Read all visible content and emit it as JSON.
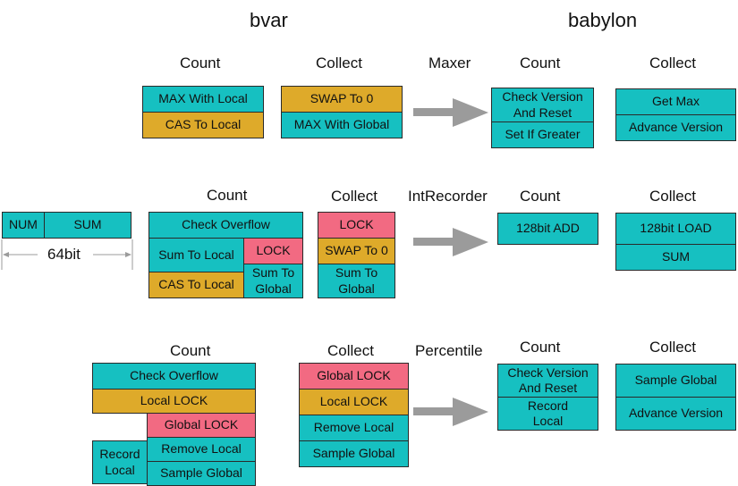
{
  "headers": {
    "bvar": "bvar",
    "babylon": "babylon"
  },
  "colors": {
    "teal": "#16c0c1",
    "gold": "#deaa2a",
    "red": "#f26a82",
    "arrow": "#9b9b9b"
  },
  "row1": {
    "count_label": "Count",
    "collect_label": "Collect",
    "arrow_label": "Maxer",
    "b_count_label": "Count",
    "b_collect_label": "Collect",
    "count": [
      "MAX With Local",
      "CAS To Local"
    ],
    "collect": [
      "SWAP To 0",
      "MAX With Global"
    ],
    "b_count": [
      "Check Version\nAnd Reset",
      "Set If Greater"
    ],
    "b_collect": [
      "Get Max",
      "Advance Version"
    ]
  },
  "layout_box": {
    "num": "NUM",
    "sum": "SUM",
    "width": "64bit"
  },
  "row2": {
    "count_label": "Count",
    "collect_label": "Collect",
    "arrow_label": "IntRecorder",
    "b_count_label": "Count",
    "b_collect_label": "Collect",
    "count": {
      "check_overflow": "Check Overflow",
      "sum_to_local": "Sum To Local",
      "lock": "LOCK",
      "cas_to_local": "CAS To Local",
      "sum_to_global": "Sum To\nGlobal"
    },
    "collect": [
      "LOCK",
      "SWAP To 0",
      "Sum To\nGlobal"
    ],
    "b_count": [
      "128bit ADD"
    ],
    "b_collect": [
      "128bit LOAD",
      "SUM"
    ]
  },
  "row3": {
    "count_label": "Count",
    "collect_label": "Collect",
    "arrow_label": "Percentile",
    "b_count_label": "Count",
    "b_collect_label": "Collect",
    "count": {
      "check_overflow": "Check Overflow",
      "local_lock": "Local LOCK",
      "global_lock": "Global LOCK",
      "record_local": "Record\nLocal",
      "remove_local": "Remove Local",
      "sample_global": "Sample Global"
    },
    "collect": [
      "Global LOCK",
      "Local LOCK",
      "Remove Local",
      "Sample Global"
    ],
    "b_count": [
      "Check Version\nAnd Reset",
      "Record\nLocal"
    ],
    "b_collect": [
      "Sample Global",
      "Advance Version"
    ]
  }
}
